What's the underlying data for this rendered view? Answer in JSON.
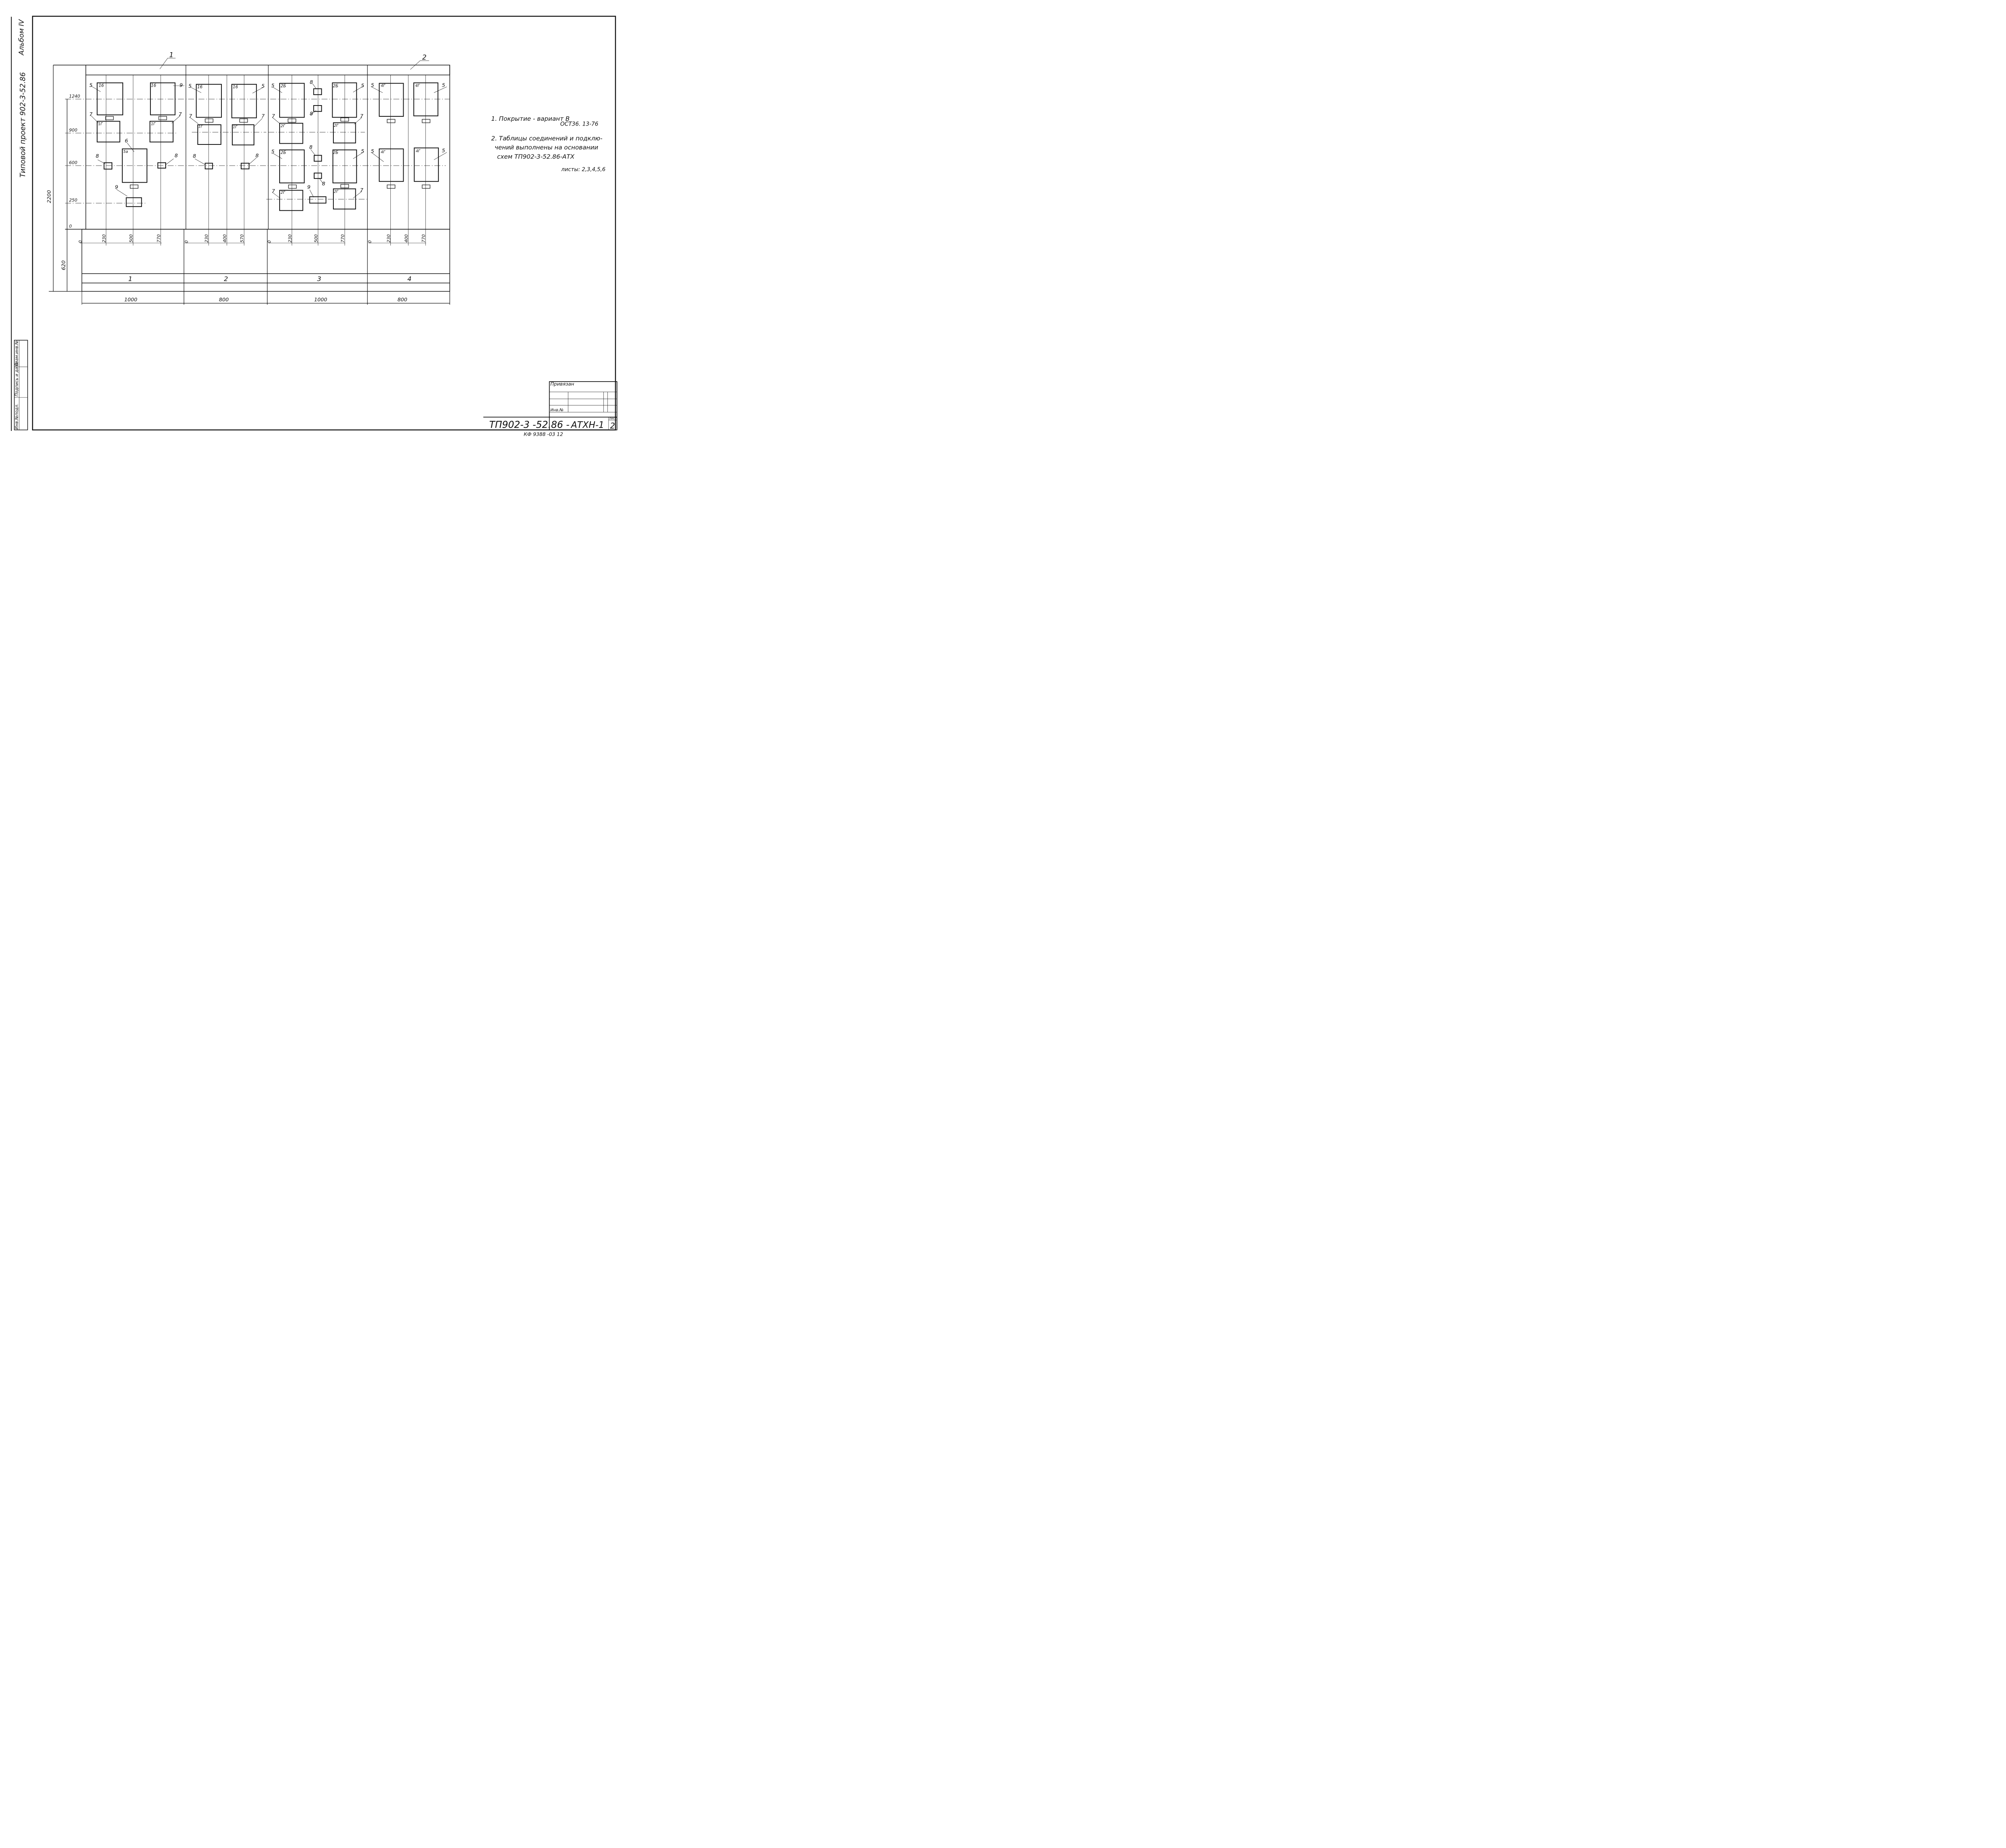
{
  "side_labels": {
    "album": "Альбом IV",
    "project": "Типовой проект 902-3-52.86"
  },
  "stamp_column": [
    "Инв.№подл.",
    "Подпись и дата",
    "Взам.инв.№"
  ],
  "position_marks": [
    "1",
    "2"
  ],
  "levels": [
    "1240",
    "900",
    "600",
    "250",
    "0"
  ],
  "overall_dims": {
    "height": "2200",
    "base": "620"
  },
  "panels": [
    {
      "number": "1",
      "width": "1000",
      "x_marks": [
        "0",
        "230",
        "500",
        "770"
      ]
    },
    {
      "number": "2",
      "width": "800",
      "x_marks": [
        "0",
        "230",
        "400",
        "570"
      ]
    },
    {
      "number": "3",
      "width": "1000",
      "x_marks": [
        "0",
        "230",
        "500",
        "770"
      ]
    },
    {
      "number": "4",
      "width": "800",
      "x_marks": [
        "0",
        "230",
        "400",
        "770"
      ]
    }
  ],
  "notes": {
    "note1_line1": "1. Покрытие - вариант В",
    "note1_line2": "ОСТ36. 13-76",
    "note2_line1": "2. Таблицы соединений и подклю-",
    "note2_line2": "чений выполнены на основании",
    "note2_line3": "схем ТП902-3-52.86-АТХ",
    "note2_line4": "листы: 2,3,4,5,6"
  },
  "title_block": {
    "attached": "Привязан",
    "inv_no": "Инв.№",
    "code": "ТП902-3 -52.86 -",
    "mark": "АТХН-1",
    "sheet_label": "Лист",
    "sheet": "2"
  },
  "footer": "КФ 9388 -03   12"
}
